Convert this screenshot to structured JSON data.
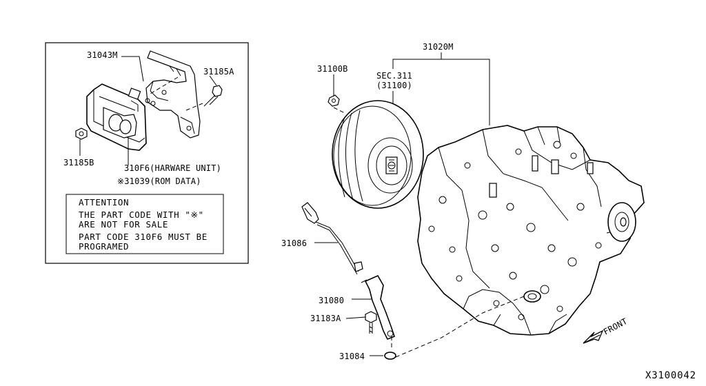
{
  "labels": {
    "p31043M": "31043M",
    "p31185A": "31185A",
    "p31185B": "31185B",
    "p310F6": "310F6(HARWARE UNIT)",
    "p31039": "※31039(ROM DATA)",
    "p31020M": "31020M",
    "p31100B": "31100B",
    "sec_line1": "SEC.311",
    "sec_line2": "(31100)",
    "p31086": "31086",
    "p31080": "31080",
    "p31183A": "31183A",
    "p31084": "31084",
    "front": "FRONT",
    "ref_code": "X3100042"
  },
  "notice": {
    "title": "ATTENTION",
    "line1": "THE PART CODE WITH \"※\"",
    "line2": "ARE   NOT   FOR   SALE",
    "line3": "PART CODE 310F6 MUST BE",
    "line4": "PROGRAMED"
  }
}
